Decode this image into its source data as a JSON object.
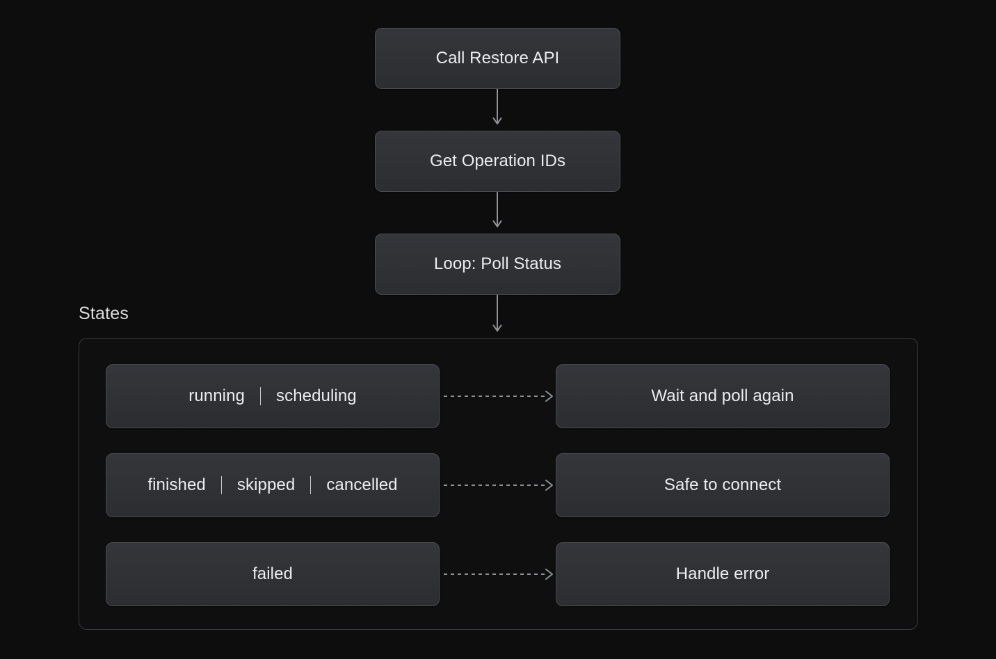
{
  "theme": {
    "background": "#0d0d0e",
    "node_fill": "#303236",
    "node_border": "#4a4d53",
    "group_border": "#3a3c41",
    "text": "#ededef",
    "connector": "#8e9196"
  },
  "diagram": {
    "type": "flowchart",
    "flow_nodes": [
      {
        "id": "call-restore-api",
        "label": "Call Restore API"
      },
      {
        "id": "get-operation-ids",
        "label": "Get Operation IDs"
      },
      {
        "id": "loop-poll-status",
        "label": "Loop: Poll Status"
      }
    ],
    "flow_connectors": [
      {
        "from": "call-restore-api",
        "to": "get-operation-ids",
        "style": "solid",
        "arrow": "down"
      },
      {
        "from": "get-operation-ids",
        "to": "loop-poll-status",
        "style": "solid",
        "arrow": "down"
      },
      {
        "from": "loop-poll-status",
        "to": "states-group",
        "style": "solid",
        "arrow": "down"
      }
    ],
    "group": {
      "id": "states-group",
      "label": "States",
      "rows": [
        {
          "id": "row-running-scheduling",
          "state_tokens": [
            "running",
            "scheduling"
          ],
          "separator": "|",
          "connector": {
            "style": "dashed",
            "arrow": "right"
          },
          "action": "Wait and poll again"
        },
        {
          "id": "row-finished-skipped-cancelled",
          "state_tokens": [
            "finished",
            "skipped",
            "cancelled"
          ],
          "separator": "|",
          "connector": {
            "style": "dashed",
            "arrow": "right"
          },
          "action": "Safe to connect"
        },
        {
          "id": "row-failed",
          "state_tokens": [
            "failed"
          ],
          "separator": "|",
          "connector": {
            "style": "dashed",
            "arrow": "right"
          },
          "action": "Handle error"
        }
      ]
    }
  }
}
